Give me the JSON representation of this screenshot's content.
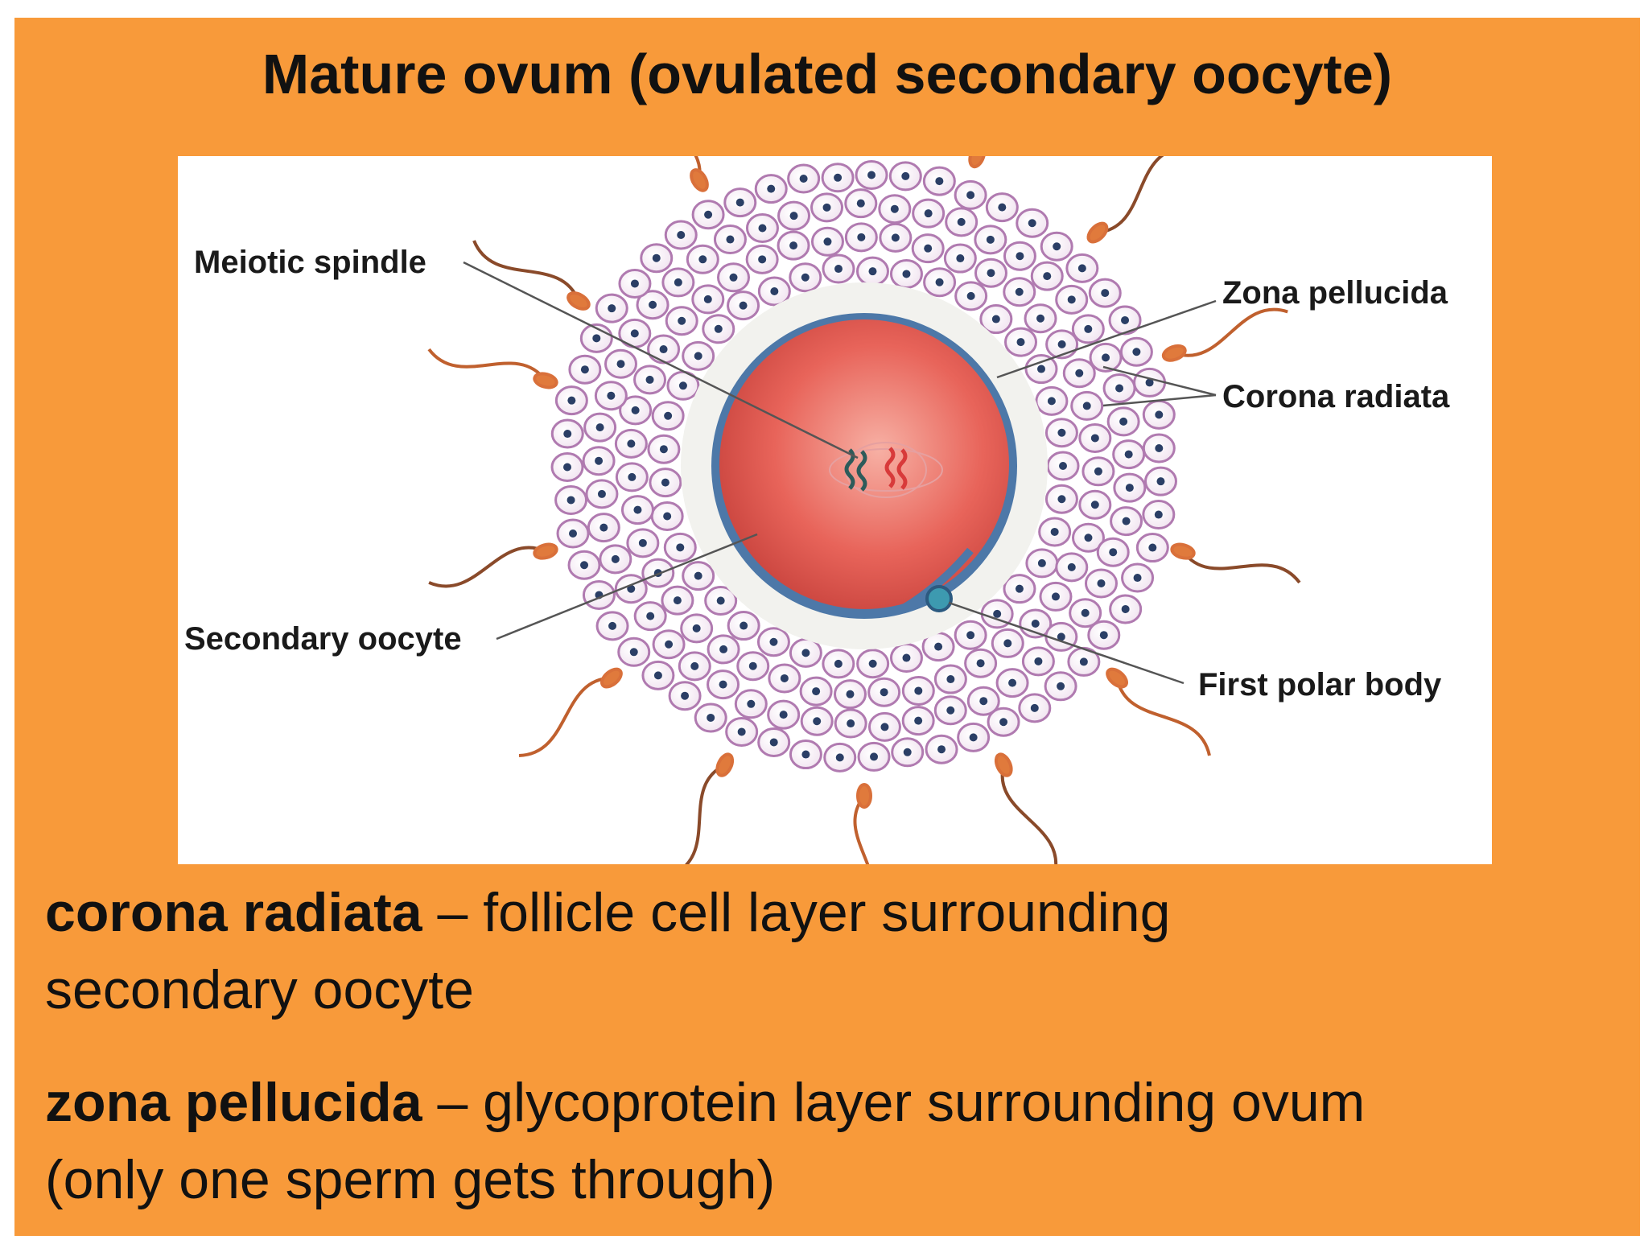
{
  "title": "Mature ovum (ovulated secondary oocyte)",
  "diagram": {
    "labels": {
      "meiotic_spindle": "Meiotic spindle",
      "zona_pellucida": "Zona pellucida",
      "corona_radiata": "Corona radiata",
      "secondary_oocyte": "Secondary oocyte",
      "first_polar_body": "First polar body"
    }
  },
  "definitions": [
    {
      "term": "corona radiata",
      "line1": "– follicle cell layer surrounding",
      "line2": "secondary oocyte"
    },
    {
      "term": "zona pellucida",
      "line1": "– glycoprotein layer surrounding ovum",
      "line2": "(only one sperm gets through)"
    }
  ],
  "colors": {
    "background": "#f89a3a",
    "oocyte": "#e8645a",
    "zona": "#f2f2ee",
    "membrane": "#4d78a8",
    "cells": "#c89ac8",
    "sperm": "#d9703a"
  }
}
